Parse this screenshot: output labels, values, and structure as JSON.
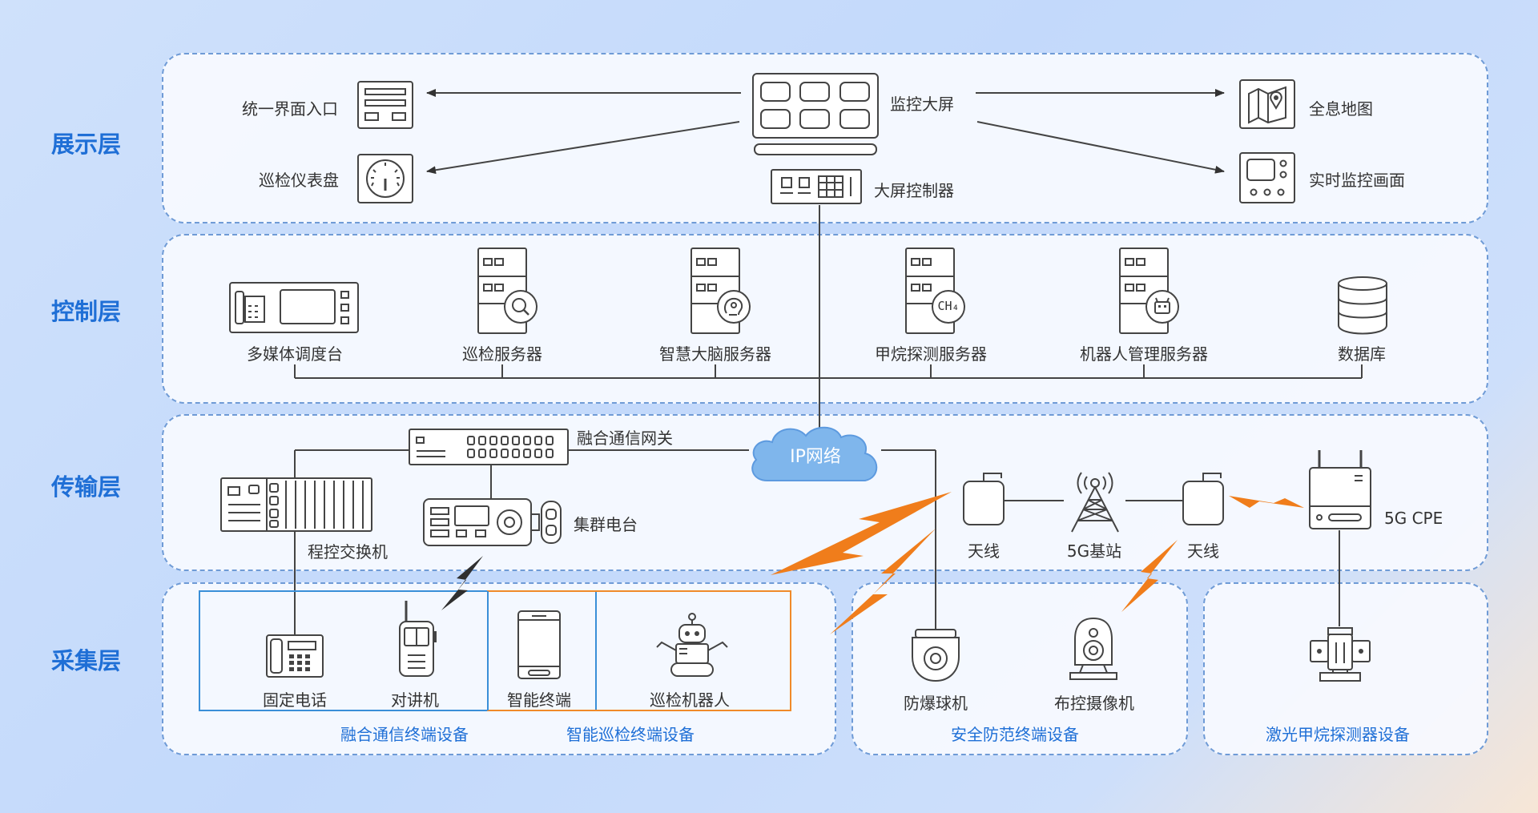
{
  "layers": {
    "display": "展示层",
    "control": "控制层",
    "transport": "传输层",
    "collect": "采集层"
  },
  "display": {
    "unified_entry": "统一界面入口",
    "inspection_dashboard": "巡检仪表盘",
    "big_screen": "监控大屏",
    "screen_controller": "大屏控制器",
    "holographic_map": "全息地图",
    "realtime_view": "实时监控画面"
  },
  "control": {
    "multimedia_console": "多媒体调度台",
    "inspection_server": "巡检服务器",
    "smart_brain_server": "智慧大脑服务器",
    "methane_server": "甲烷探测服务器",
    "methane_chip": "CH₄",
    "robot_server": "机器人管理服务器",
    "database": "数据库"
  },
  "transport": {
    "gateway": "融合通信网关",
    "ip_network": "IP网络",
    "pbx": "程控交换机",
    "trunk_radio": "集群电台",
    "antenna_left": "天线",
    "base_station": "5G基站",
    "antenna_right": "天线",
    "cpe": "5G CPE"
  },
  "collect": {
    "fixed_phone": "固定电话",
    "walkie_talkie": "对讲机",
    "smart_terminal": "智能终端",
    "inspection_robot": "巡检机器人",
    "explosion_dome": "防爆球机",
    "deploy_camera": "布控摄像机",
    "group_comm": "融合通信终端设备",
    "group_inspection": "智能巡检终端设备",
    "group_security": "安全防范终端设备",
    "group_laser": "激光甲烷探测器设备"
  },
  "colors": {
    "accent_blue": "#1f6fd6",
    "orange": "#f07d1b",
    "line": "#444444",
    "cloud": "#7fb6ec"
  }
}
